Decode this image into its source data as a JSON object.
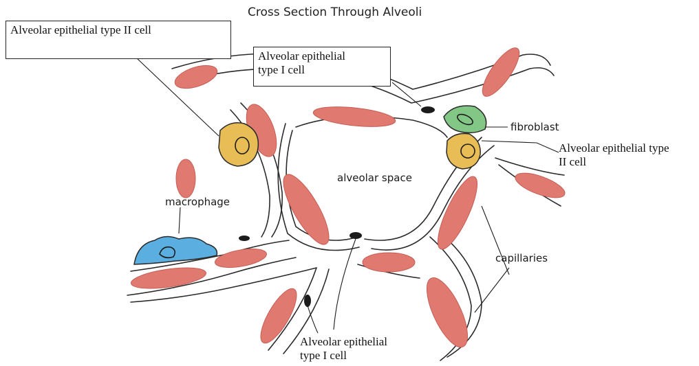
{
  "title": "Cross Section Through Alveoli",
  "labels": {
    "type2_top": "Alveolar epithelial type II cell",
    "type1_top": "Alveolar epithelial\ntype I cell",
    "type2_right": "Alveolar epithelial type\nII cell",
    "type1_bottom": "Alveolar epithelial\ntype I cell",
    "fibroblast": "fibroblast",
    "alveolar_space": "alveolar space",
    "macrophage": "macrophage",
    "capillaries": "capillaries"
  },
  "colors": {
    "rbc": "#e07a70",
    "type2_cell": "#e9bd56",
    "fibroblast": "#82c785",
    "macrophage": "#5aaee0",
    "nucleus": "#1b1b1b",
    "membrane": "#2a2a2a"
  }
}
